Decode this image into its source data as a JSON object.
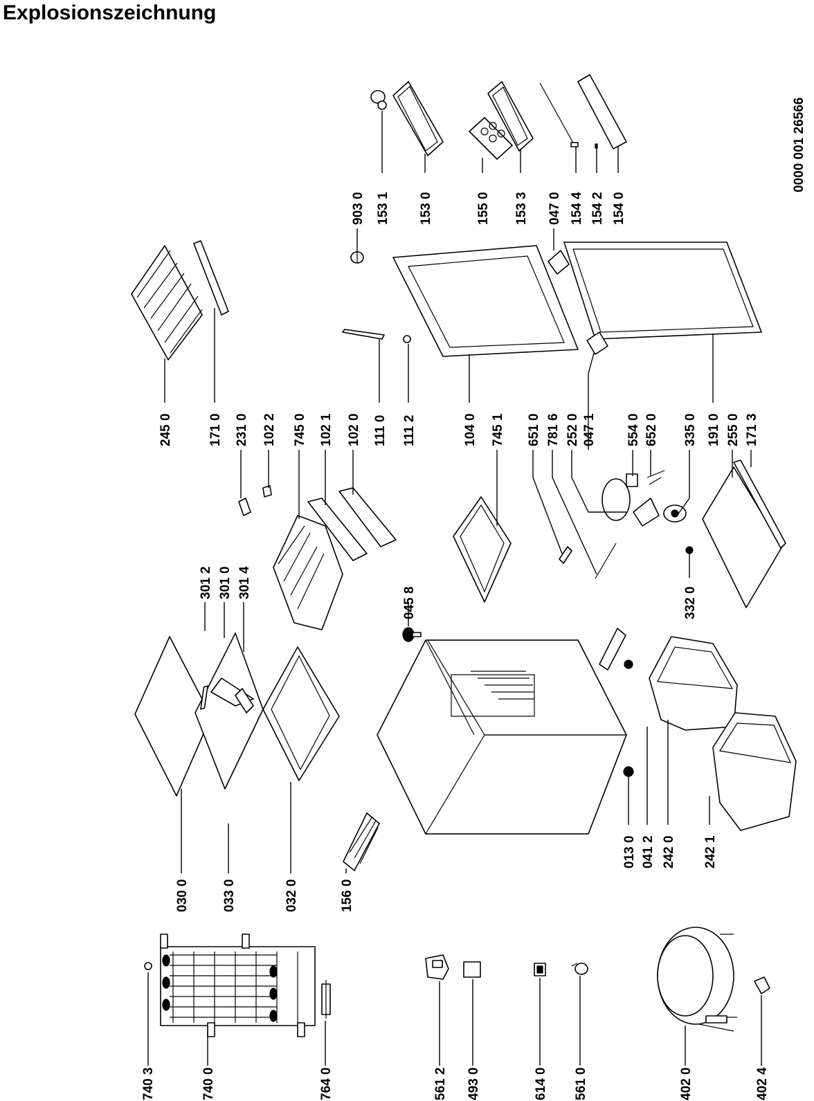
{
  "title": "Explosionszeichnung",
  "drawing_number": "0000 001 26566",
  "part_labels": [
    "740 3",
    "740 0",
    "764 0",
    "561 2",
    "493 0",
    "614 0",
    "561 0",
    "402 0",
    "402 4",
    "030 0",
    "033 0",
    "032 0",
    "156 0",
    "301 2",
    "301 0",
    "301 4",
    "045 8",
    "013 0",
    "041 2",
    "242 0",
    "242 1",
    "245 0",
    "171 0",
    "231 0",
    "102 2",
    "745 0",
    "102 1",
    "102 0",
    "111 0",
    "111 2",
    "104 0",
    "745 1",
    "651 0",
    "781 6",
    "252 0",
    "047 1",
    "554 0",
    "652 0",
    "335 0",
    "191 0",
    "255 0",
    "171 3",
    "332 0",
    "903 0",
    "153 1",
    "153 0",
    "155 0",
    "153 3",
    "047 0",
    "154 4",
    "154 2",
    "154 0"
  ]
}
